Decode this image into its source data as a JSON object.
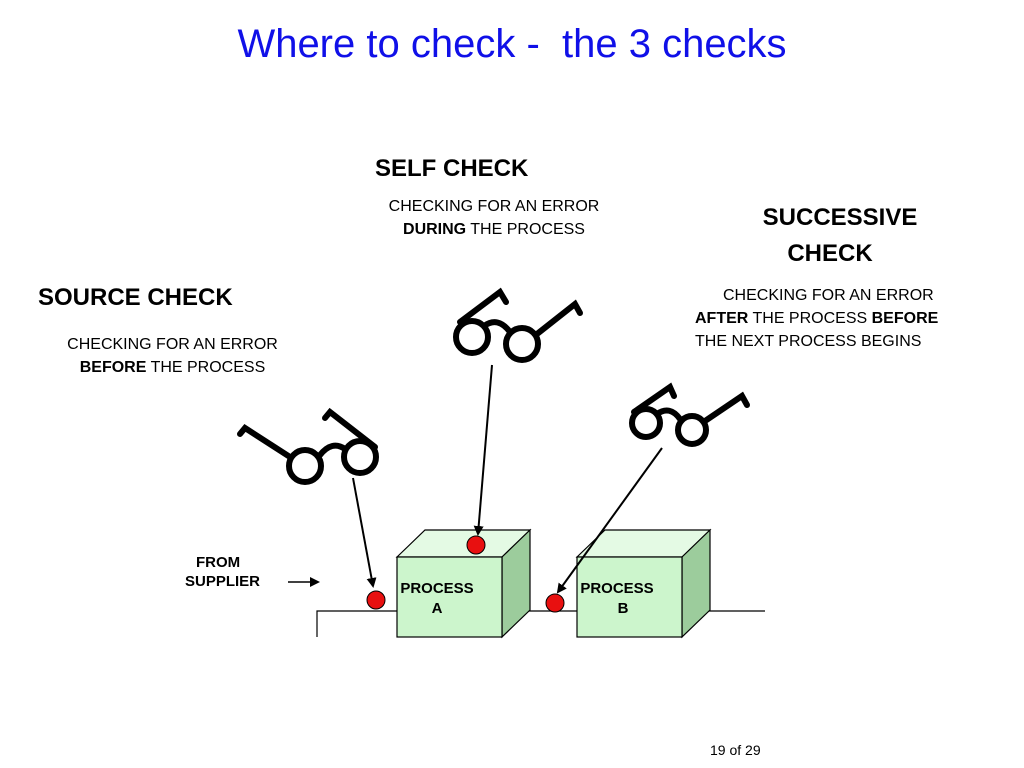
{
  "title": "Where to check -  the 3 checks",
  "self_check": {
    "heading": "SELF CHECK",
    "line1": "CHECKING FOR AN ERROR",
    "line2_bold": "DURING",
    "line2_rest": " THE PROCESS"
  },
  "source_check": {
    "heading": "SOURCE CHECK",
    "line1": "CHECKING FOR AN ERROR",
    "line2_bold": "BEFORE",
    "line2_rest": " THE PROCESS"
  },
  "successive_check": {
    "heading_line1": "SUCCESSIVE",
    "heading_line2": "CHECK",
    "line1": "CHECKING FOR AN ERROR",
    "line2_bold_a": "AFTER",
    "line2_mid": " THE PROCESS ",
    "line2_bold_b": "BEFORE",
    "line3": "THE NEXT  PROCESS BEGINS"
  },
  "supplier": {
    "line1": "FROM",
    "line2": "SUPPLIER"
  },
  "process_a": {
    "line1": "PROCESS",
    "line2": "A"
  },
  "process_b": {
    "line1": "PROCESS",
    "line2": "B"
  },
  "page_number": "19 of 29",
  "colors": {
    "title": "#1010e8",
    "box_front": "#ccf5cc",
    "box_side": "#9ccc9c",
    "box_top": "#e4fae4",
    "checkpoint": "#e81010"
  },
  "icons": [
    "glasses-icon",
    "arrow-icon",
    "checkpoint-dot"
  ]
}
